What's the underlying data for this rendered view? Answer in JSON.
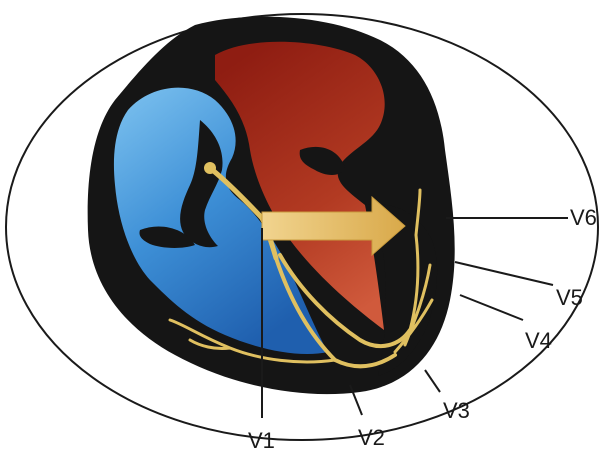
{
  "leads": [
    {
      "id": "V1",
      "label": "V1"
    },
    {
      "id": "V2",
      "label": "V2"
    },
    {
      "id": "V3",
      "label": "V3"
    },
    {
      "id": "V4",
      "label": "V4"
    },
    {
      "id": "V5",
      "label": "V5"
    },
    {
      "id": "V6",
      "label": "V6"
    }
  ],
  "colors": {
    "outline": "#1a1a1a",
    "right_heart": "#2f84d0",
    "left_heart": "#a82a1a",
    "conduction": "#e0c060",
    "axis_arrow": "#e6c36a"
  }
}
